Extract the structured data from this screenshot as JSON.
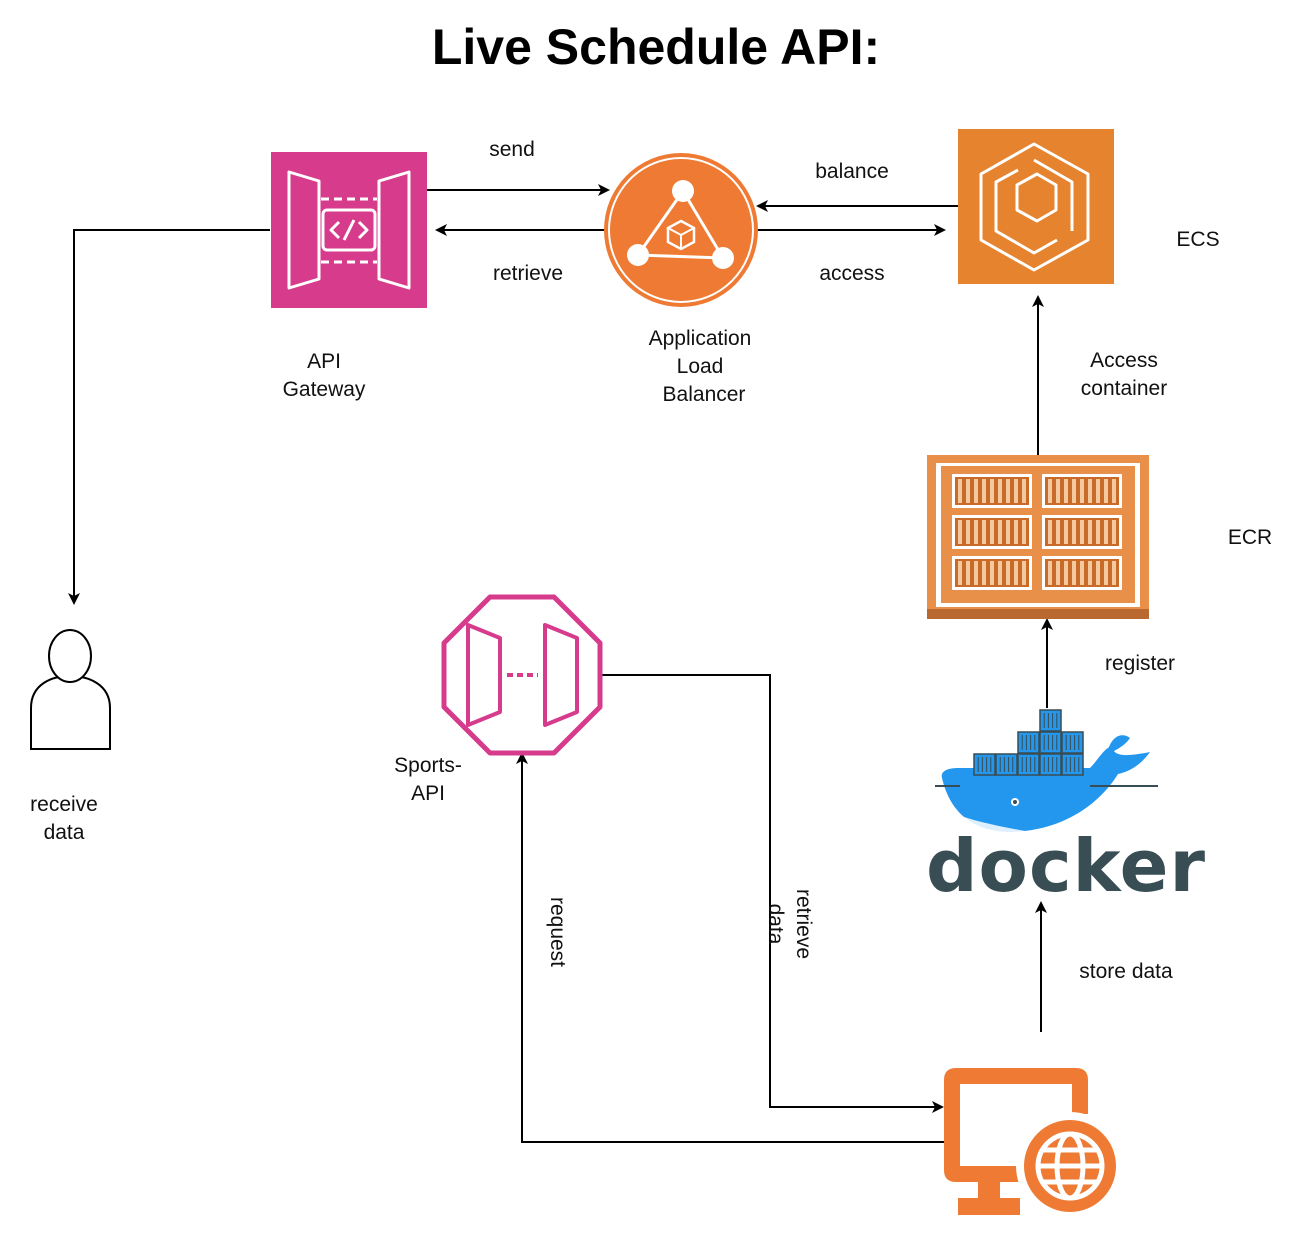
{
  "title": "Live Schedule API:",
  "nodes": {
    "api_gateway": {
      "label_line1": "API",
      "label_line2": "Gateway",
      "color": "#d63b8c"
    },
    "alb": {
      "label_line1": "Application",
      "label_line2": "Load",
      "label_line3": "Balancer",
      "color": "#ee7a33"
    },
    "ecs": {
      "label": "ECS",
      "color": "#e6832e"
    },
    "ecr": {
      "label": "ECR",
      "color": "#e8904a"
    },
    "docker": {
      "wordmark": "docker",
      "color": "#2396ed"
    },
    "sports_api": {
      "label_line1": "Sports-",
      "label_line2": "API",
      "color": "#d63b8c"
    },
    "user": {
      "label_line1": "receive",
      "label_line2": "data"
    },
    "client": {
      "color": "#ee7a33"
    }
  },
  "edges": {
    "send": "send",
    "retrieve": "retrieve",
    "balance": "balance",
    "access": "access",
    "access_container_line1": "Access",
    "access_container_line2": "container",
    "register": "register",
    "store_data": "store data",
    "request": "request",
    "retrieve_data_line1": "retrieve",
    "retrieve_data_line2": "data"
  }
}
